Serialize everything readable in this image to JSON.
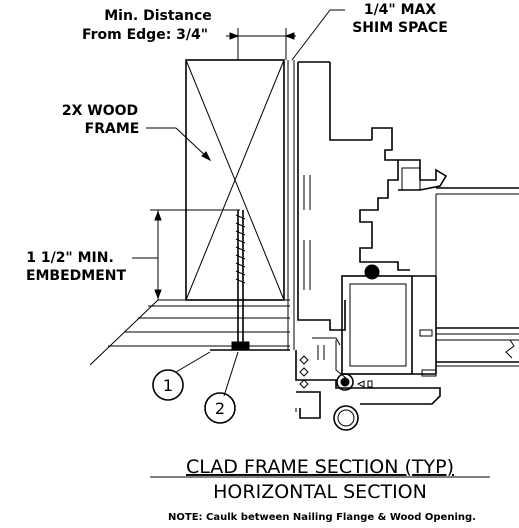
{
  "labels": {
    "min_distance_line1": "Min. Distance",
    "min_distance_line2": "From Edge: 3/4\"",
    "shim_line1": "1/4\" MAX",
    "shim_line2": "SHIM SPACE",
    "frame_line1": "2X WOOD",
    "frame_line2": "FRAME",
    "embed_line1": "1 1/2\" MIN.",
    "embed_line2": "EMBEDMENT",
    "callout_1": "1",
    "callout_2": "2"
  },
  "title": {
    "line1": "CLAD FRAME SECTION (TYP)",
    "line2": "HORIZONTAL SECTION",
    "note": "NOTE: Caulk between Nailing Flange & Wood Opening."
  }
}
